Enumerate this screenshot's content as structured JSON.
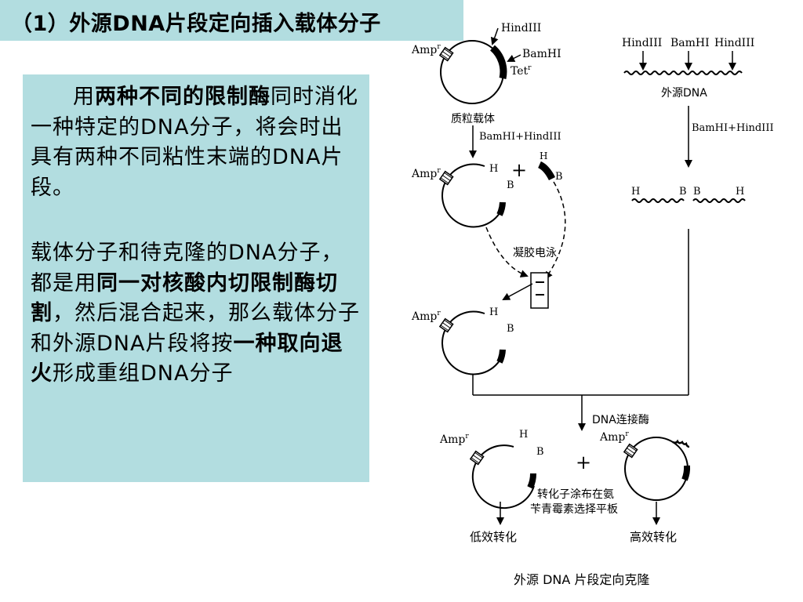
{
  "slide": {
    "title": "（1）外源DNA片段定向插入载体分子",
    "paragraph1": {
      "s1": "用",
      "b1": "两种不同的限制酶",
      "s2": "同时消化一种特定的DNA分子，将会时出具有两种不同粘性末端的DNA片段。"
    },
    "paragraph2": {
      "s1": "载体分子和待克隆的DNA分子，都是用",
      "b1": "同一对核酸内切限制酶切割",
      "s2": "，然后混合起来，那么载体分子和外源DNA片段将按",
      "b2": "一种取向退火",
      "s3": "形成重组DNA分子"
    }
  },
  "figure": {
    "hindiii_top": "HindIII",
    "ampr_1": "Amp",
    "r_sup": "r",
    "bamhi_1": "BamHI",
    "tetr": "Tet",
    "hindiii_a": "HindIII",
    "bamhi_a": "BamHI",
    "hindiii_b": "HindIII",
    "foreign_dna": "外源DNA",
    "plasmid_vector": "质粒载体",
    "digest_left": "BamHI+HindIII",
    "digest_right": "BamHI+HindIII",
    "ampr_2": "Amp",
    "h": "H",
    "b": "B",
    "plus": "+",
    "gel": "凝胶电泳",
    "ampr_3": "Amp",
    "ligase": "DNA连接酶",
    "ampr_4": "Amp",
    "ampr_5": "Amp",
    "plate": "转化子涂布在氨苄青霉素选择平板",
    "plate_l1": "转化子涂布在氨",
    "plate_l2": "苄青霉素选择平板",
    "low": "低效转化",
    "high": "高效转化",
    "caption": "外源 DNA 片段定向克隆"
  }
}
